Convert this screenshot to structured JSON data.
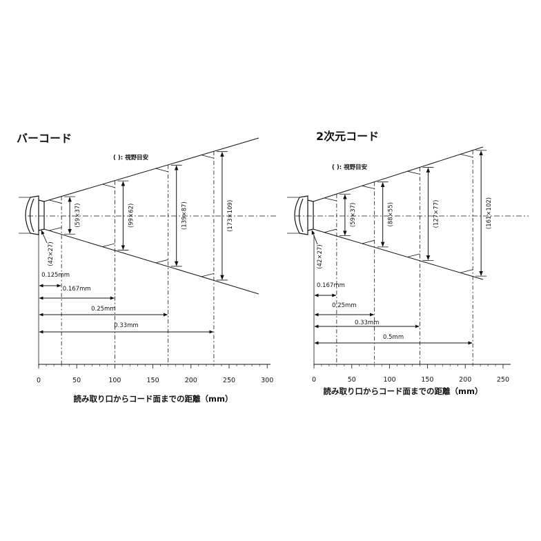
{
  "diagrams": [
    {
      "title": "バーコード",
      "note": "( ): 視野目安",
      "x_axis": {
        "label": "読み取り口からコード面までの距離（mm）",
        "ticks": [
          0,
          50,
          100,
          150,
          200,
          250,
          300
        ],
        "max": 300
      },
      "fields": [
        {
          "distance_mm": 30,
          "label": "(59×37)"
        },
        {
          "distance_mm": 100,
          "label": "(99×62)"
        },
        {
          "distance_mm": 170,
          "label": "(139×87)"
        },
        {
          "distance_mm": 230,
          "label": "(173×109)"
        }
      ],
      "window_label": "(42×27)",
      "resolutions": [
        {
          "label": "0.125mm",
          "distance_mm": 30
        },
        {
          "label": "0.167mm",
          "distance_mm": 100
        },
        {
          "label": "0.25mm",
          "distance_mm": 170
        },
        {
          "label": "0.33mm",
          "distance_mm": 230
        }
      ]
    },
    {
      "title": "2次元コード",
      "note": "( ): 視野目安",
      "x_axis": {
        "label": "読み取り口からコード面までの距離（mm）",
        "ticks": [
          0,
          50,
          100,
          150,
          200,
          250
        ],
        "max": 250
      },
      "fields": [
        {
          "distance_mm": 30,
          "label": "(59×37)"
        },
        {
          "distance_mm": 80,
          "label": "(88×55)"
        },
        {
          "distance_mm": 140,
          "label": "(127×77)"
        },
        {
          "distance_mm": 210,
          "label": "(161×102)"
        }
      ],
      "window_label": "(42×27)",
      "resolutions": [
        {
          "label": "0.167mm",
          "distance_mm": 30
        },
        {
          "label": "0.25mm",
          "distance_mm": 80
        },
        {
          "label": "0.33mm",
          "distance_mm": 140
        },
        {
          "label": "0.5mm",
          "distance_mm": 210
        }
      ]
    }
  ]
}
